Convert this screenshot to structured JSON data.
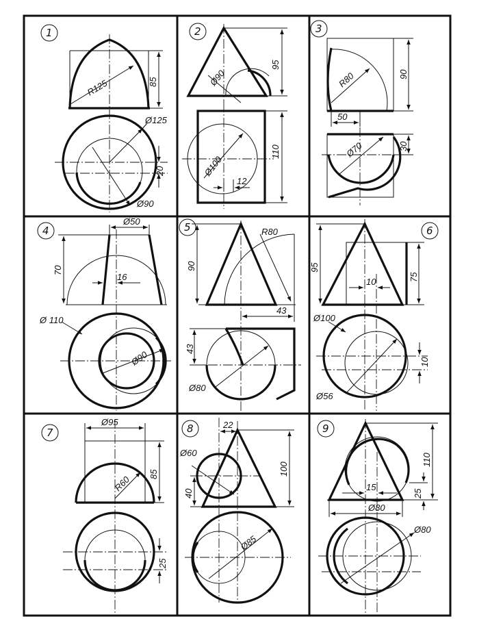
{
  "panels": [
    {
      "number": "1",
      "dims": [
        "R125",
        "85",
        "Ø125",
        "20",
        "Ø90"
      ]
    },
    {
      "number": "2",
      "dims": [
        "95",
        "Ø90",
        "110",
        "Ø100",
        "12"
      ]
    },
    {
      "number": "3",
      "dims": [
        "R80",
        "90",
        "50",
        "Ø70",
        "30"
      ]
    },
    {
      "number": "4",
      "dims": [
        "Ø50",
        "70",
        "16",
        "Ø 110",
        "Ø90"
      ]
    },
    {
      "number": "5",
      "dims": [
        "R80",
        "90",
        "43",
        "43",
        "Ø80"
      ]
    },
    {
      "number": "6",
      "dims": [
        "95",
        "75",
        "10",
        "Ø100",
        "10",
        "Ø56"
      ]
    },
    {
      "number": "7",
      "dims": [
        "Ø95",
        "R60",
        "85",
        "25"
      ]
    },
    {
      "number": "8",
      "dims": [
        "22",
        "Ø60",
        "100",
        "40",
        "Ø85"
      ]
    },
    {
      "number": "9",
      "dims": [
        "110",
        "15",
        "25",
        "Ø80",
        "Ø80"
      ]
    }
  ]
}
